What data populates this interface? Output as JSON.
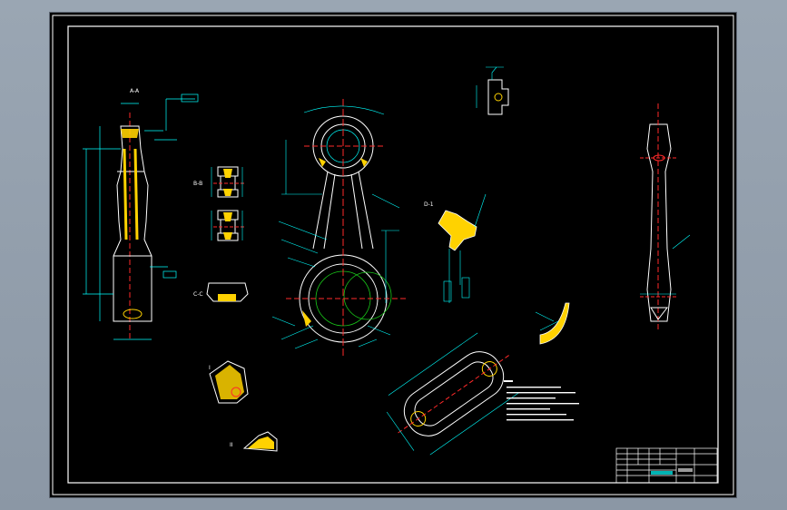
{
  "colors": {
    "background": "#9aa6b3",
    "sheet": "#000000",
    "border": "#ffffff",
    "dimension": "#00ffff",
    "part_outline": "#ffffff",
    "center_line": "#ff2a2a",
    "hatch": "#ffd200",
    "circle_green": "#19c719",
    "magenta": "#ff3cff"
  },
  "section_labels": {
    "view_aa": "A-A",
    "view_bb": "B-B",
    "view_cc": "C-C",
    "view_i": "I",
    "view_ii": "II",
    "view_d": "D-1"
  }
}
